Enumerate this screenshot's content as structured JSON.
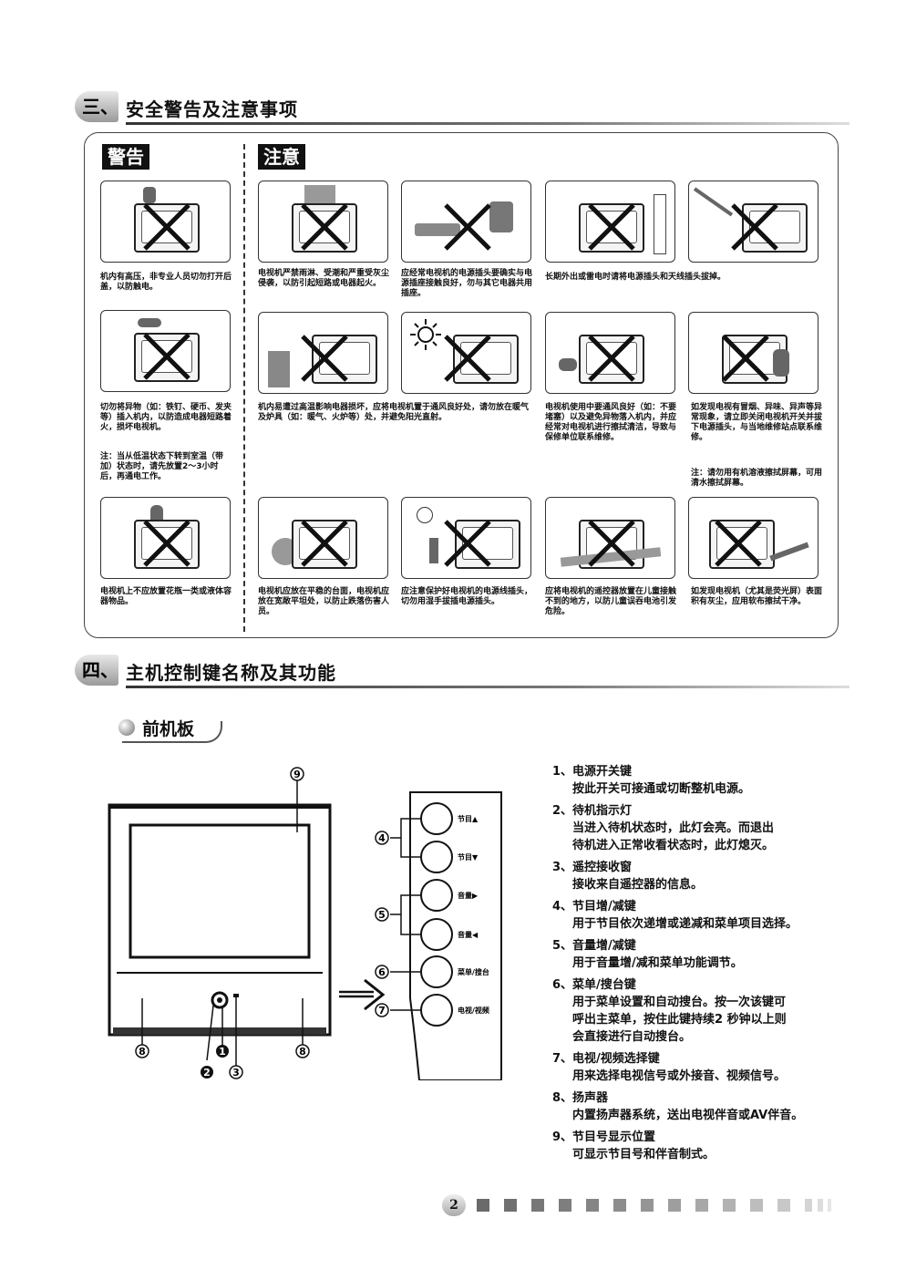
{
  "section3": {
    "num": "三、",
    "title": "安全警告及注意事项"
  },
  "tags": {
    "warning": "警告",
    "caution": "注意"
  },
  "notes": {
    "w1": "机内有高压，非专业人员切勿打开后盖，以防触电。",
    "c1": "电视机严禁雨淋、受潮和严重受灰尘侵袭，以防引起短路或电器起火。",
    "c2": "应经常电视机的电源插头要确实与电源插座接触良好，勿与其它电器共用插座。",
    "c3": "长期外出或雷电时请将电源插头和天线插头拔掉。",
    "w2": "切勿将异物（如：铁钉、硬币、发夹等）插入机内，以防造成电器短路着火，损坏电视机。",
    "w2n": "注：当从低温状态下转到室温（带加）状态时，请先放置2～3小时后，再通电工作。",
    "c4": "机内易遭过高温影响电器损坏，应将电视机置于通风良好处，请勿放在暖气及炉具（如：暖气、火炉等）处，并避免阳光直射。",
    "c6": "电视机使用中要通风良好（如：不要堵塞）以及避免异物落入机内，并应经常对电视机进行擦拭清洁，导致与保修单位联系维修。",
    "c7": "如发现电视有冒烟、异味、异声等异常现象，请立即关闭电视机开关并拔下电源插头，与当地维修站点联系维修。",
    "c7n": "注：请勿用有机溶液擦拭屏幕，可用清水擦拭屏幕。",
    "w3": "电视机上不应放置花瓶一类或液体容器物品。",
    "c8": "电视机应放在平稳的台面，电视机应放在宽敞平坦处，以防止跌落伤害人员。",
    "c9": "应注意保护好电视机的电源线插头，切勿用湿手拔插电源插头。",
    "c10": "应将电视机的遥控器放置在儿童接触不到的地方，以防儿童误吞电池引发危险。",
    "c11": "如发现电视机（尤其是荧光屏）表面积有灰尘，应用软布擦拭干净。"
  },
  "section4": {
    "num": "四、",
    "title": "主机控制键名称及其功能"
  },
  "front_panel": {
    "title": "前机板"
  },
  "callouts": [
    "1",
    "2",
    "3",
    "4",
    "5",
    "6",
    "7",
    "8",
    "9"
  ],
  "buttons": [
    "节目▲",
    "节目▼",
    "音量▶",
    "音量◀",
    "菜单/搜台",
    "电视/视频"
  ],
  "functions": [
    {
      "title": "1、电源开关键",
      "desc": [
        "按此开关可接通或切断整机电源。"
      ]
    },
    {
      "title": "2、待机指示灯",
      "desc": [
        "当进入待机状态时，此灯会亮。而退出",
        "待机进入正常收看状态时，此灯熄灭。"
      ]
    },
    {
      "title": "3、遥控接收窗",
      "desc": [
        "接收来自遥控器的信息。"
      ]
    },
    {
      "title": "4、节目增/减键",
      "desc": [
        "用于节目依次递增或递减和菜单项目选择。"
      ]
    },
    {
      "title": "5、音量增/减键",
      "desc": [
        "用于音量增/减和菜单功能调节。"
      ]
    },
    {
      "title": "6、菜单/搜台键",
      "desc": [
        "用于菜单设置和自动搜台。按一次该键可",
        "呼出主菜单，按住此键持续2 秒钟以上则",
        "会直接进行自动搜台。"
      ]
    },
    {
      "title": "7、电视/视频选择键",
      "desc": [
        "用来选择电视信号或外接音、视频信号。"
      ]
    },
    {
      "title": "8、扬声器",
      "desc": [
        "内置扬声器系统，送出电视伴音或AV伴音。"
      ]
    },
    {
      "title": "9、节目号显示位置",
      "desc": [
        "可显示节目号和伴音制式。"
      ]
    }
  ],
  "page_number": "2"
}
